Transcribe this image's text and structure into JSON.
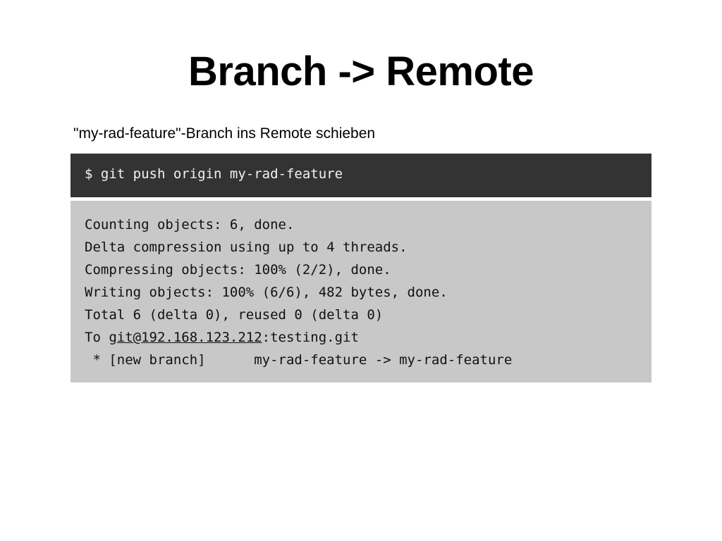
{
  "slide": {
    "title": "Branch -> Remote",
    "subtitle": "\"my-rad-feature\"-Branch ins Remote schieben",
    "colors": {
      "background": "#ffffff",
      "title_text": "#000000",
      "command_block_bg": "#333333",
      "command_text": "#f2f2f2",
      "output_block_bg": "#c8c8c8",
      "output_text": "#111111"
    }
  },
  "terminal": {
    "command": "$ git push origin my-rad-feature",
    "prompt_symbol": "$",
    "output_lines": [
      "Counting objects: 6, done.",
      "Delta compression using up to 4 threads.",
      "Compressing objects: 100% (2/2), done.",
      "Writing objects: 100% (6/6), 482 bytes, done.",
      "Total 6 (delta 0), reused 0 (delta 0)"
    ],
    "remote_line": {
      "prefix": "To ",
      "link": "git@192.168.123.212",
      "suffix": ":testing.git"
    },
    "branch_line": " * [new branch]      my-rad-feature -> my-rad-feature"
  }
}
